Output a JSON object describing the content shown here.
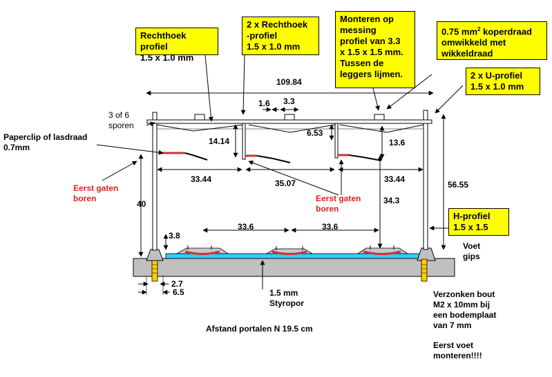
{
  "boxes": {
    "rechthoek": "Rechthoek profiel\n1.5 x 1.0 mm",
    "rechthoek2": "2 x Rechthoek\n-profiel\n1.5 x 1.0 mm",
    "monteren": "Monteren op\nmessing\nprofiel van 3.3\nx 1.5 x 1.5 mm.\nTussen de\nleggers lijmen.",
    "koperdraad_a": "0.75 mm",
    "koperdraad_sup": "2",
    "koperdraad_b": " koperdraad\nomwikkeld met\nwikkeldraad",
    "uprofiel": "2 x U-profiel\n1.5 x 1.0 mm",
    "hprofiel": "H-profiel\n1.5 x 1.5"
  },
  "labels": {
    "sporen": "3 of 6\nsporen",
    "paperclip": "Paperclip of lasdraad\n0.7mm",
    "eerst_left": "Eerst gaten\nboren",
    "eerst_mid": "Eerst gaten\nboren",
    "voet": "Voet\ngips",
    "styropor": "1.5 mm\nStyropor",
    "bout": "Verzonken bout\nM2 x 10mm bij\neen bodemplaat\nvan 7 mm",
    "voet_monteren": "Eerst voet\nmonteren!!!!",
    "afstand": "Afstand portalen N 19.5 cm"
  },
  "dimensions": {
    "d109": "109.84",
    "d16": "1.6",
    "d33": "3.3",
    "d1414": "14.14",
    "d653": "6.53",
    "d136": "13.6",
    "d3344a": "33.44",
    "d3507": "35.07",
    "d3344b": "33.44",
    "d5655": "56.55",
    "d343": "34.3",
    "d40": "40",
    "d38": "3.8",
    "d336a": "33.6",
    "d336b": "33.6",
    "d27": "2.7",
    "d65": "6.5"
  },
  "colors": {
    "box_fill": "#ffff00",
    "red_text": "#e02020",
    "styropor": "#33ccff",
    "baseplate": "#c0c0c0",
    "bolt": "#ffcc00",
    "rail_bed": "#cc3333"
  }
}
